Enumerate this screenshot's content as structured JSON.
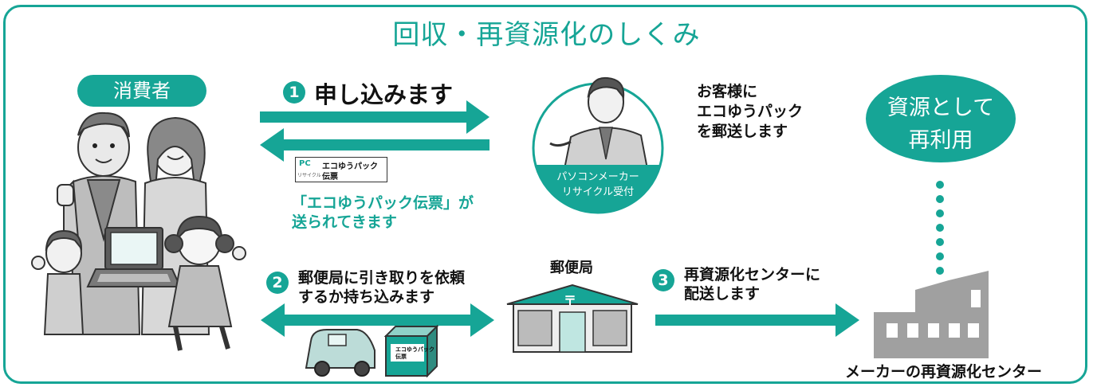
{
  "title": "回収・再資源化のしくみ",
  "consumer_label": "消費者",
  "step1": {
    "number": "1",
    "label": "申し込みます"
  },
  "slip_caption": [
    "「エコゆうパック伝票」が",
    "送られてきます"
  ],
  "slip_card": {
    "line1": "エコゆうパック",
    "line2": "伝票",
    "logo": "PC",
    "logo_sub": "リサイクル"
  },
  "manufacturer_reception": {
    "line1": "パソコンメーカー",
    "line2": "リサイクル受付"
  },
  "mail_text": [
    "お客様に",
    "エコゆうパック",
    "を郵送します"
  ],
  "reuse_bubble": [
    "資源として",
    "再利用"
  ],
  "step2": {
    "number": "2",
    "lines": [
      "郵便局に引き取りを依頼",
      "するか持ち込みます"
    ]
  },
  "post_office_label": "郵便局",
  "post_mark": "〒",
  "step3": {
    "number": "3",
    "lines": [
      "再資源化センターに",
      "配送します"
    ]
  },
  "center_label": "メーカーの再資源化センター",
  "box_label": {
    "line1": "エコゆうパック",
    "line2": "伝票"
  },
  "colors": {
    "accent": "#16a596",
    "gray": "#9a9a9a",
    "dark": "#555555"
  }
}
